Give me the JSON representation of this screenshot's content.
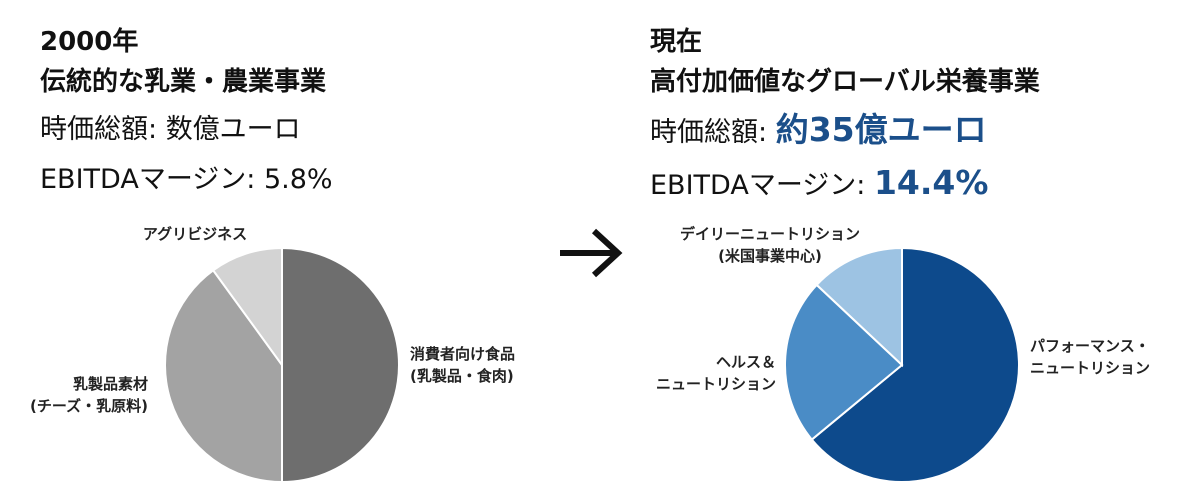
{
  "left": {
    "year": "2000年",
    "business": "伝統的な乳業・農業事業",
    "mcap_label": "時価総額: ",
    "mcap_value": "数億ユーロ",
    "ebitda_label": "EBITDAマージン: ",
    "ebitda_value": "5.8%"
  },
  "right": {
    "year": "現在",
    "business": "高付加価値なグローバル栄養事業",
    "mcap_label": "時価総額: ",
    "mcap_value": "約35億ユーロ",
    "ebitda_label": "EBITDAマージン: ",
    "ebitda_value": "14.4%"
  },
  "arrow_icon": "right-arrow-icon",
  "highlight_color": "#1b4f8a",
  "chart_data": [
    {
      "type": "pie",
      "title": "",
      "labels": [
        "消費者向け食品（乳製品・食肉）",
        "乳製品素材（チーズ・乳原料）",
        "アグリビジネス"
      ],
      "label_lines": [
        [
          "消費者向け食品",
          "(乳製品・食肉)"
        ],
        [
          "乳製品素材",
          "(チーズ・乳原料)"
        ],
        [
          "アグリビジネス"
        ]
      ],
      "values": [
        50,
        40,
        10
      ],
      "colors": [
        "#6e6e6e",
        "#a3a3a3",
        "#d3d3d3"
      ]
    },
    {
      "type": "pie",
      "title": "",
      "labels": [
        "パフォーマンス・ニュートリション",
        "ヘルス＆ニュートリション",
        "デイリーニュートリション（米国事業中心）"
      ],
      "label_lines": [
        [
          "パフォーマンス・",
          "ニュートリション"
        ],
        [
          "ヘルス＆",
          "ニュートリション"
        ],
        [
          "デイリーニュートリション",
          "(米国事業中心)"
        ]
      ],
      "values": [
        64,
        23,
        13
      ],
      "colors": [
        "#0d4a8c",
        "#4a8cc6",
        "#9dc3e3"
      ]
    }
  ]
}
